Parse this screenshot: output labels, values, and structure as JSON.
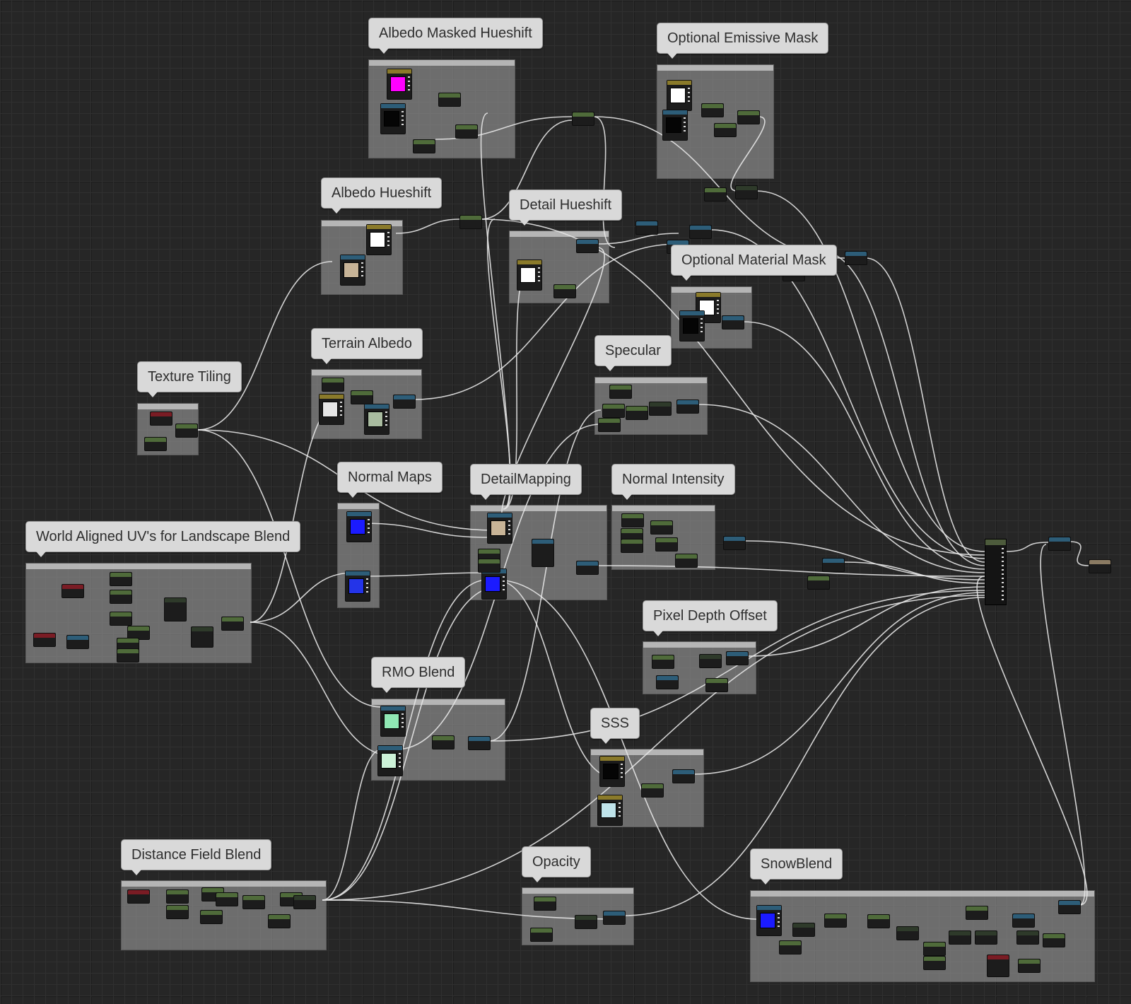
{
  "comments": [
    {
      "id": "albedo_masked_hueshift",
      "label": "Albedo Masked Hueshift"
    },
    {
      "id": "optional_emissive_mask",
      "label": "Optional Emissive Mask"
    },
    {
      "id": "albedo_hueshift",
      "label": "Albedo Hueshift"
    },
    {
      "id": "detail_hueshift",
      "label": "Detail Hueshift"
    },
    {
      "id": "optional_material_mask",
      "label": "Optional Material Mask"
    },
    {
      "id": "terrain_albedo",
      "label": "Terrain Albedo"
    },
    {
      "id": "specular",
      "label": "Specular"
    },
    {
      "id": "texture_tiling",
      "label": "Texture Tiling"
    },
    {
      "id": "normal_maps",
      "label": "Normal Maps"
    },
    {
      "id": "detail_mapping",
      "label": "DetailMapping"
    },
    {
      "id": "normal_intensity",
      "label": "Normal Intensity"
    },
    {
      "id": "world_aligned_uvs",
      "label": "World Aligned UV's for Landscape Blend"
    },
    {
      "id": "pixel_depth_offset",
      "label": "Pixel Depth Offset"
    },
    {
      "id": "rmo_blend",
      "label": "RMO Blend"
    },
    {
      "id": "sss",
      "label": "SSS"
    },
    {
      "id": "distance_field_blend",
      "label": "Distance Field Blend"
    },
    {
      "id": "opacity",
      "label": "Opacity"
    },
    {
      "id": "snow_blend",
      "label": "SnowBlend"
    }
  ],
  "node_header_colors": {
    "green": "#4f6b3a",
    "blue": "#2d5d78",
    "red": "#7a1c24",
    "yellow": "#8a7a2a",
    "dark": "#2e3a2a"
  },
  "texture_swatch_colors": {
    "magenta": "#ff00ff",
    "white": "#ffffff",
    "black": "#050505",
    "tan": "#c8b497",
    "light_gray": "#e6e6e6",
    "terrain": "#a9bca0",
    "blue": "#1b1bff",
    "normal_blue": "#2434e8",
    "mint": "#90e8b4",
    "pale_mint": "#cdf2d8",
    "ice": "#bfe3ea"
  },
  "output_node": {
    "name": "material-output-node"
  },
  "wire_color": "#e6e6e6"
}
